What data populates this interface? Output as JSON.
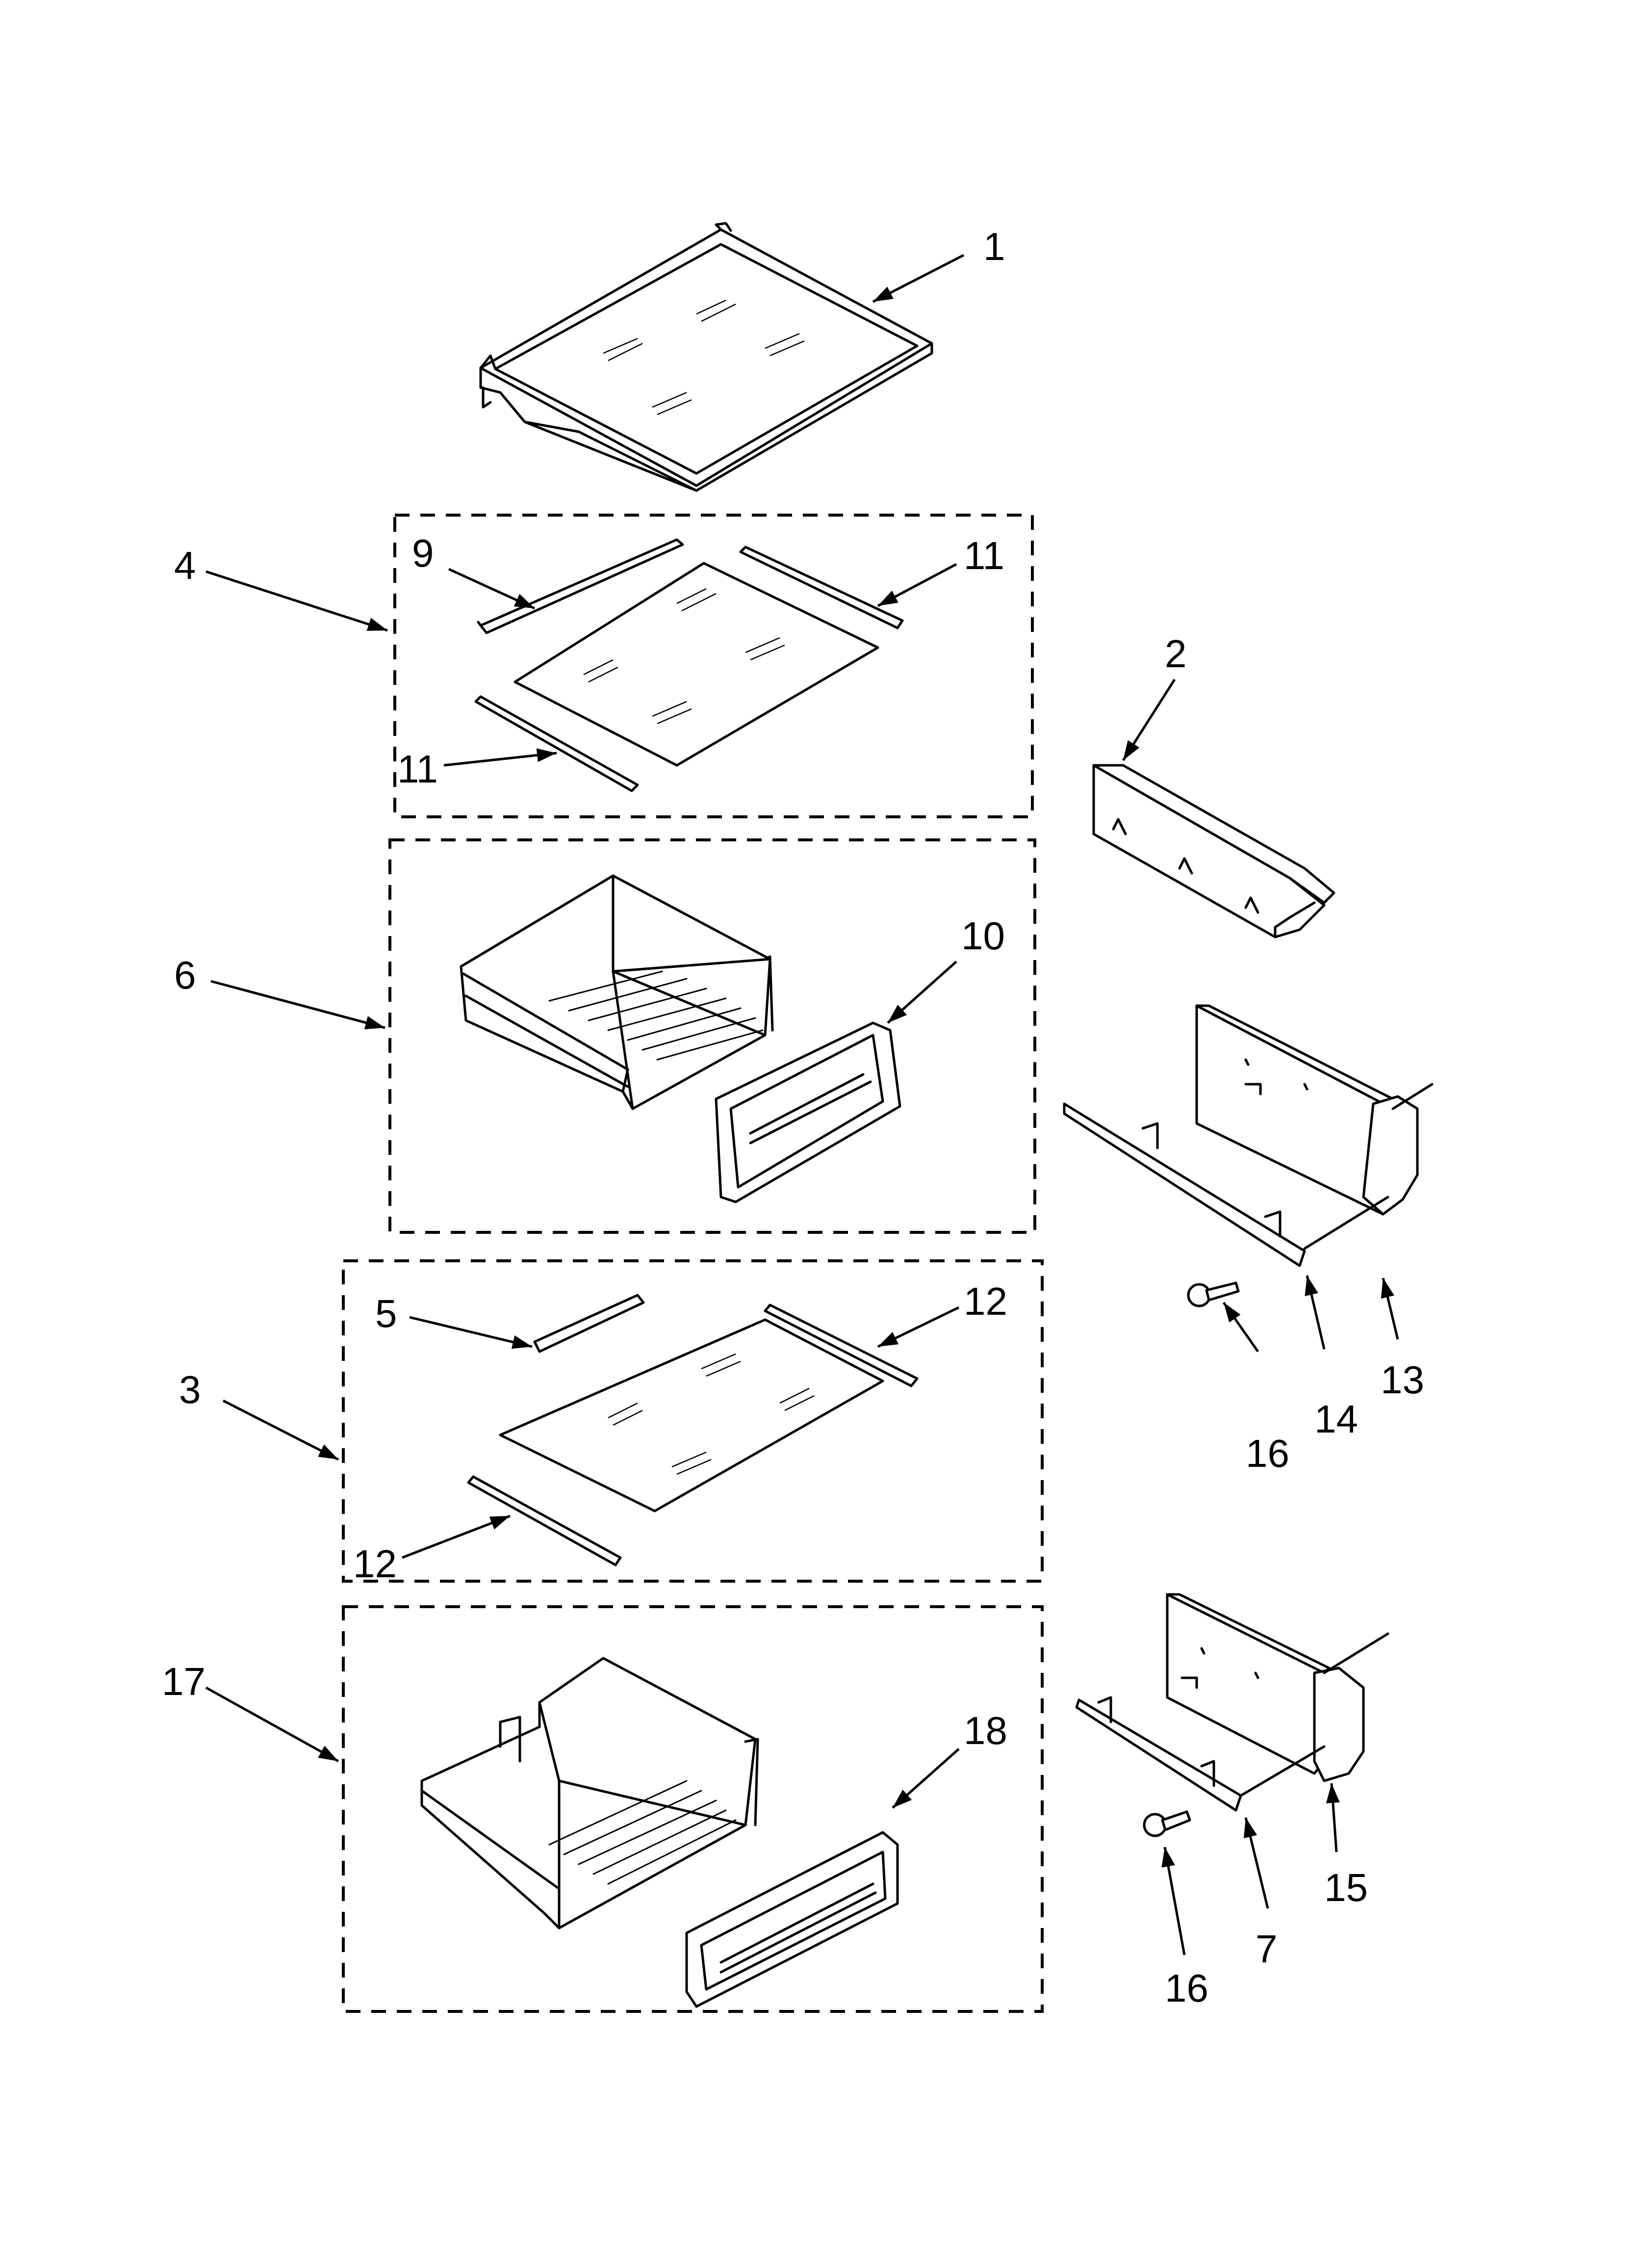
{
  "callouts": {
    "c1": "1",
    "c2": "2",
    "c3": "3",
    "c4": "4",
    "c5": "5",
    "c6": "6",
    "c7": "7",
    "c9": "9",
    "c10": "10",
    "c11a": "11",
    "c11b": "11",
    "c12a": "12",
    "c12b": "12",
    "c13": "13",
    "c14": "14",
    "c15": "15",
    "c16a": "16",
    "c16b": "16",
    "c17": "17",
    "c18": "18"
  }
}
